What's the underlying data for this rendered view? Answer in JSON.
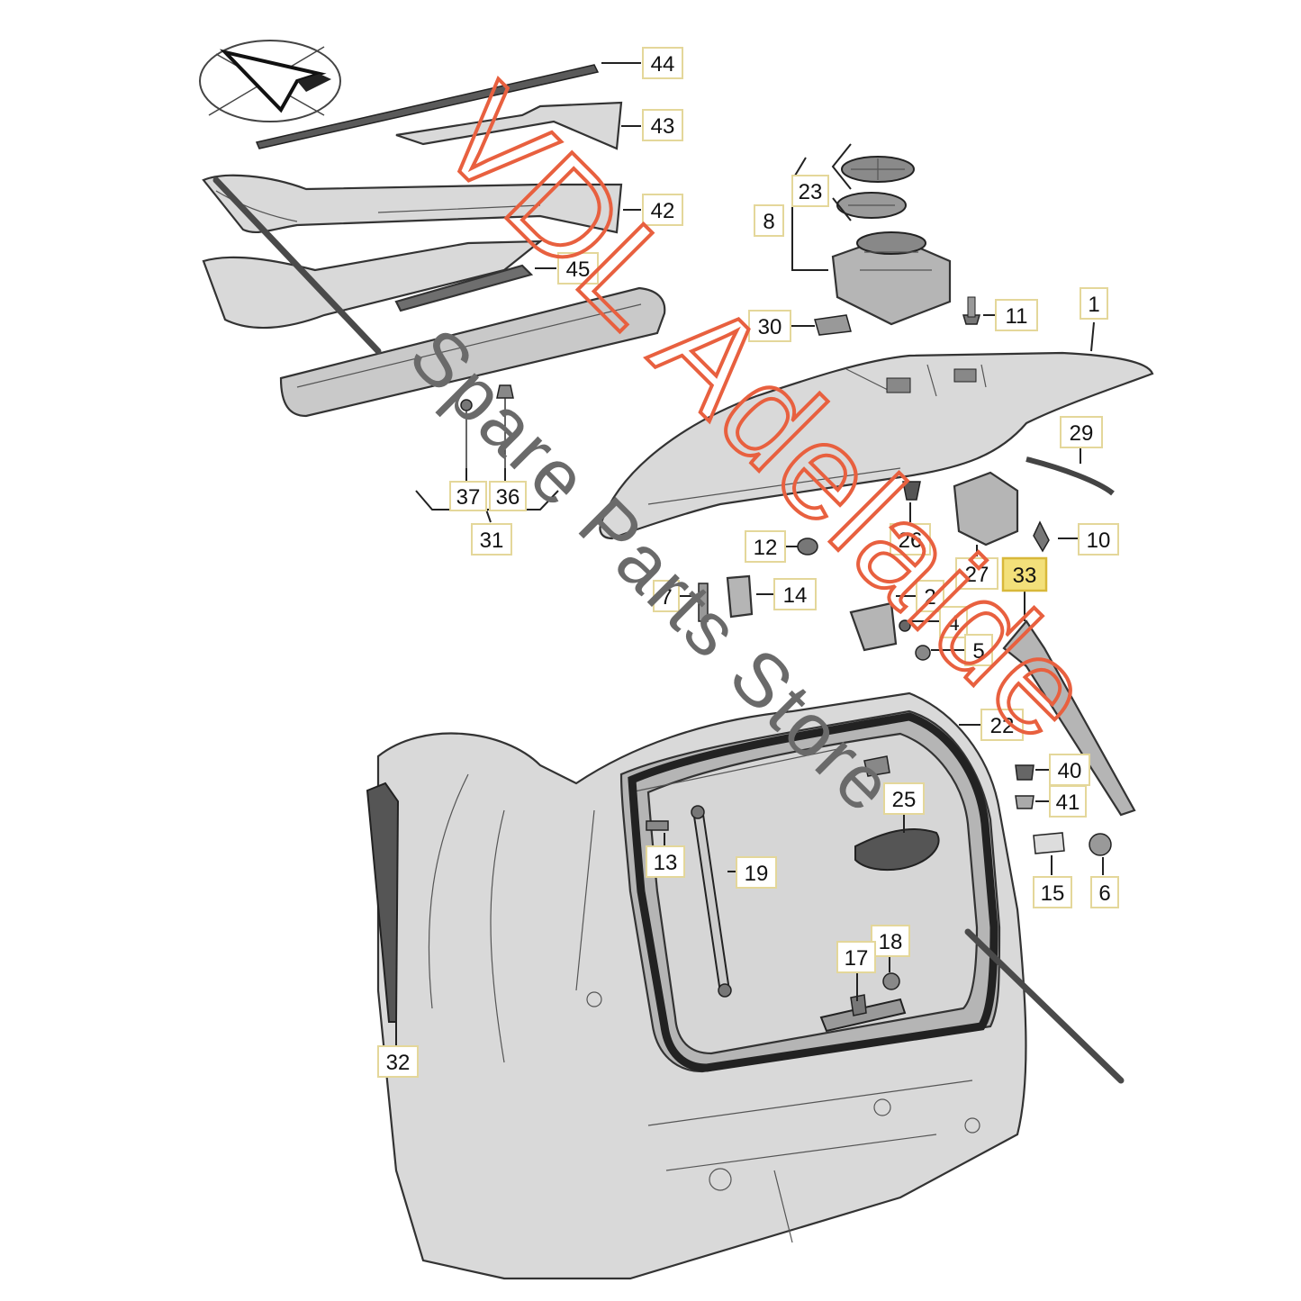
{
  "diagram": {
    "callouts": [
      {
        "id": "44",
        "label": "44"
      },
      {
        "id": "43",
        "label": "43"
      },
      {
        "id": "42",
        "label": "42"
      },
      {
        "id": "45",
        "label": "45"
      },
      {
        "id": "23",
        "label": "23"
      },
      {
        "id": "8",
        "label": "8"
      },
      {
        "id": "11",
        "label": "11"
      },
      {
        "id": "1",
        "label": "1"
      },
      {
        "id": "30",
        "label": "30"
      },
      {
        "id": "29",
        "label": "29"
      },
      {
        "id": "37",
        "label": "37"
      },
      {
        "id": "36",
        "label": "36"
      },
      {
        "id": "31",
        "label": "31"
      },
      {
        "id": "26",
        "label": "26"
      },
      {
        "id": "10",
        "label": "10"
      },
      {
        "id": "12",
        "label": "12"
      },
      {
        "id": "27",
        "label": "27"
      },
      {
        "id": "33",
        "label": "33",
        "highlighted": true
      },
      {
        "id": "7",
        "label": "7"
      },
      {
        "id": "14",
        "label": "14"
      },
      {
        "id": "2",
        "label": "2"
      },
      {
        "id": "4",
        "label": "4"
      },
      {
        "id": "5",
        "label": "5"
      },
      {
        "id": "22",
        "label": "22"
      },
      {
        "id": "40",
        "label": "40"
      },
      {
        "id": "41",
        "label": "41"
      },
      {
        "id": "25",
        "label": "25"
      },
      {
        "id": "13",
        "label": "13"
      },
      {
        "id": "19",
        "label": "19"
      },
      {
        "id": "15",
        "label": "15"
      },
      {
        "id": "6",
        "label": "6"
      },
      {
        "id": "18",
        "label": "18"
      },
      {
        "id": "17",
        "label": "17"
      },
      {
        "id": "32",
        "label": "32"
      }
    ],
    "highlight_color": "#f3e07a"
  },
  "watermark": {
    "brand": "VDL Adelaide",
    "tagline": "Spare Parts Store",
    "brand_color": "#e8603f",
    "tagline_color": "#6a6a6a"
  }
}
